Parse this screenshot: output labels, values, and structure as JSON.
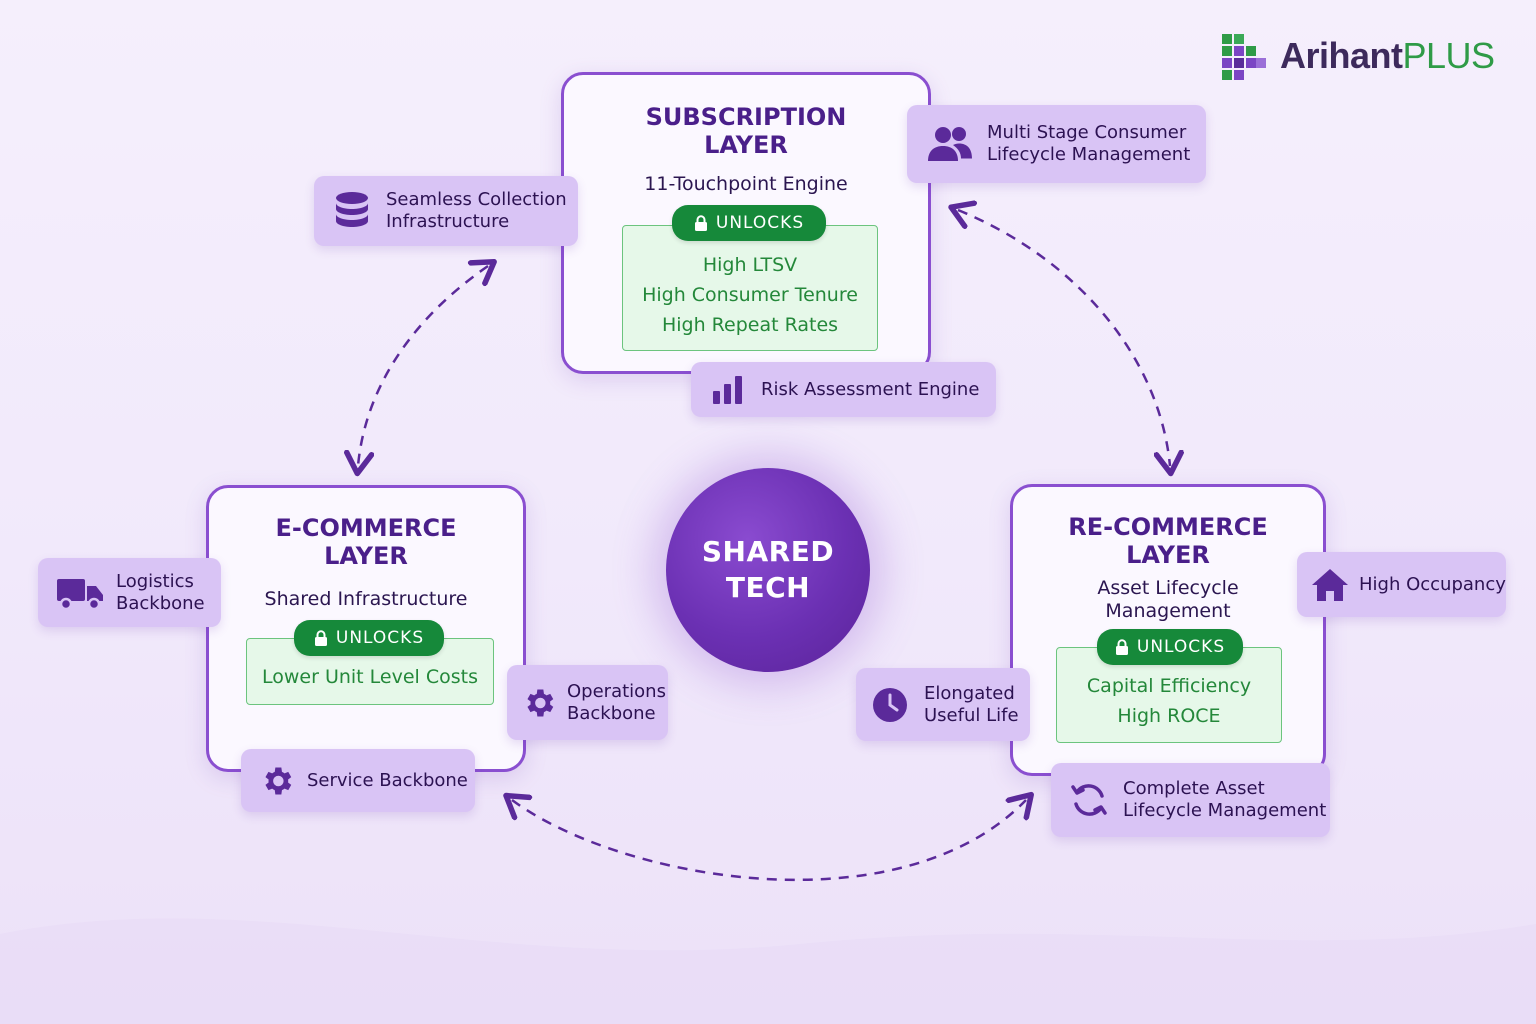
{
  "brand": {
    "name": "Arihant",
    "suffix": "PLUS",
    "green": "#2f9b47",
    "purple": "#3d2a5c"
  },
  "center": {
    "line1": "SHARED",
    "line2": "TECH"
  },
  "unlocks_label": "UNLOCKS",
  "layers": {
    "subscription": {
      "title1": "SUBSCRIPTION",
      "title2": "LAYER",
      "subtitle": "11-Touchpoint Engine",
      "benefits": [
        "High LTSV",
        "High Consumer Tenure",
        "High Repeat Rates"
      ]
    },
    "ecommerce": {
      "title1": "E-COMMERCE",
      "title2": "LAYER",
      "subtitle": "Shared Infrastructure",
      "benefits": [
        "Lower Unit Level Costs"
      ]
    },
    "recommerce": {
      "title1": "RE-COMMERCE",
      "title2": "LAYER",
      "subtitle1": "Asset Lifecycle",
      "subtitle2": "Management",
      "benefits": [
        "Capital Efficiency",
        "High ROCE"
      ]
    }
  },
  "chips": {
    "collection": {
      "line1": "Seamless Collection",
      "line2": "Infrastructure",
      "icon": "database-icon"
    },
    "lifecycle_consumer": {
      "line1": "Multi Stage Consumer",
      "line2": "Lifecycle Management",
      "icon": "users-icon"
    },
    "risk": {
      "line1": "Risk Assessment Engine",
      "icon": "bar-chart-icon"
    },
    "logistics": {
      "line1": "Logistics",
      "line2": "Backbone",
      "icon": "truck-icon"
    },
    "operations": {
      "line1": "Operations",
      "line2": "Backbone",
      "icon": "gear-icon"
    },
    "service": {
      "line1": "Service Backbone",
      "icon": "gear-icon"
    },
    "occupancy": {
      "line1": "High Occupancy",
      "icon": "home-icon"
    },
    "useful_life": {
      "line1": "Elongated",
      "line2": "Useful Life",
      "icon": "clock-icon"
    },
    "asset_lifecycle": {
      "line1": "Complete Asset",
      "line2": "Lifecycle Management",
      "icon": "refresh-icon"
    }
  },
  "colors": {
    "layer_border": "#8a4fd0",
    "chip_bg": "#d9c4f5",
    "icon": "#5b2a9a",
    "unlock_badge": "#16893a",
    "unlock_bg": "#e6f8e9",
    "center": "#6b30b3",
    "connector": "#5b2a9a"
  }
}
